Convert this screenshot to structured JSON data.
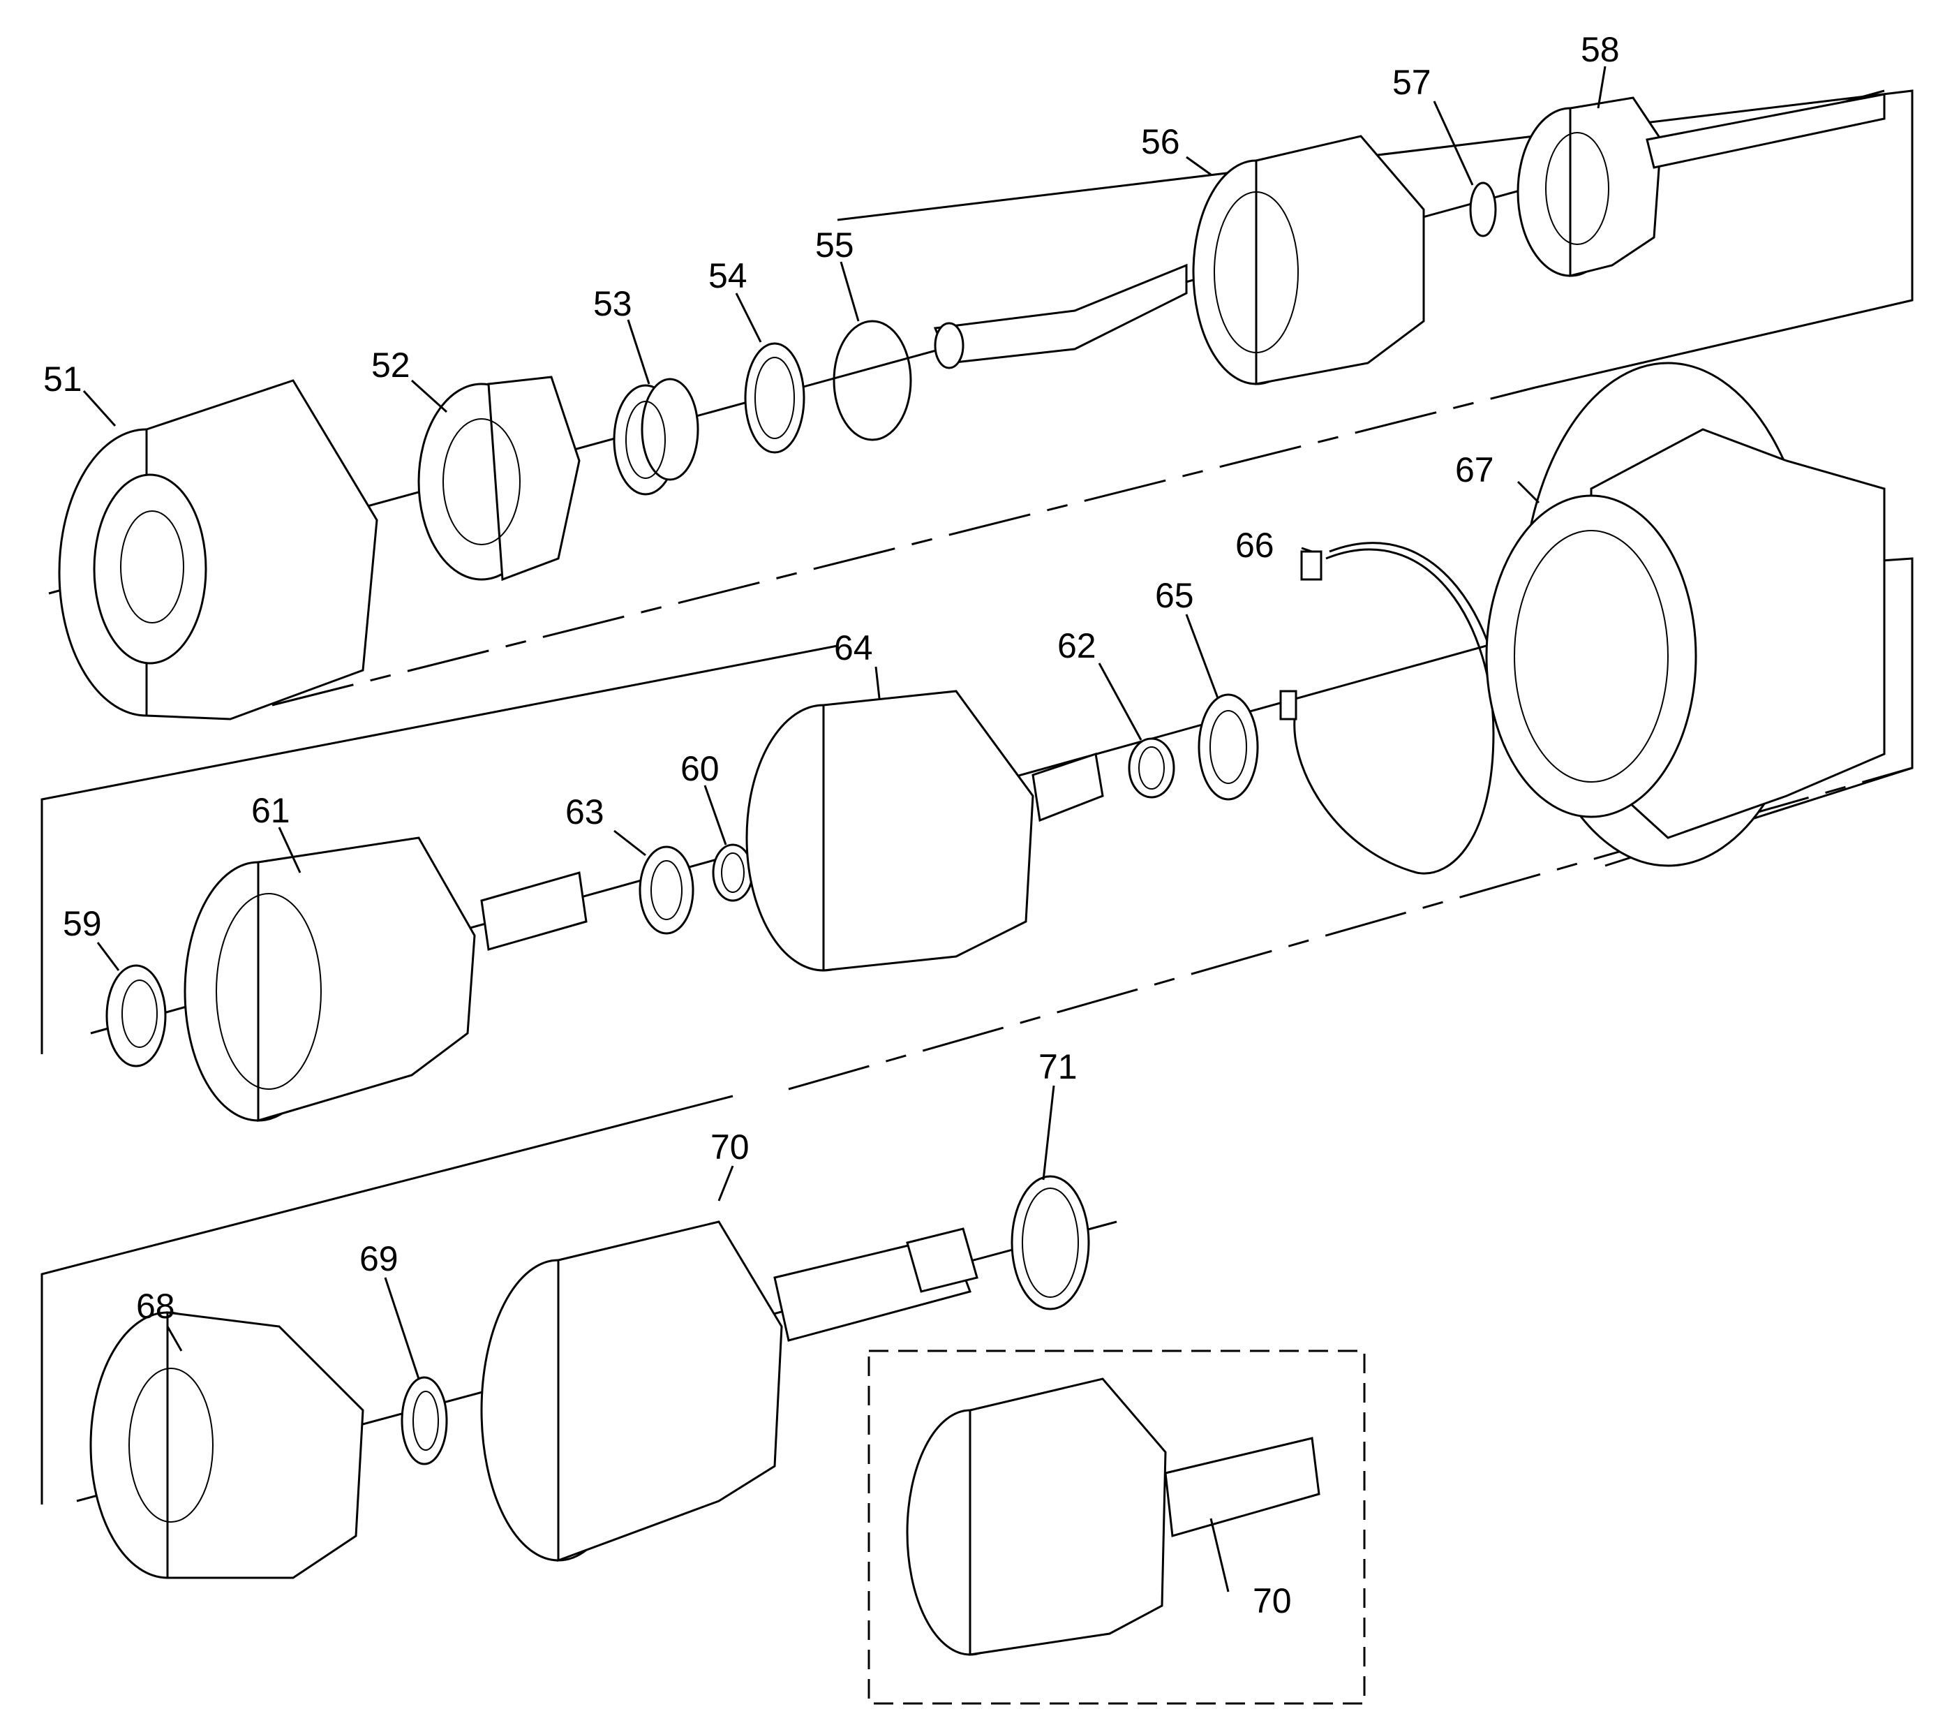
{
  "callouts": {
    "c51": "51",
    "c52": "52",
    "c53": "53",
    "c54": "54",
    "c55": "55",
    "c56": "56",
    "c57": "57",
    "c58": "58",
    "c59": "59",
    "c60": "60",
    "c61": "61",
    "c62": "62",
    "c63": "63",
    "c64": "64",
    "c65": "65",
    "c66": "66",
    "c67": "67",
    "c68": "68",
    "c69": "69",
    "c70": "70",
    "c70b": "70",
    "c71": "71"
  },
  "colors": {
    "line": "#000000",
    "background": "#ffffff"
  },
  "icons": [
    "gear-drum-icon",
    "ring-icon",
    "snap-ring-icon",
    "shaft-icon"
  ]
}
